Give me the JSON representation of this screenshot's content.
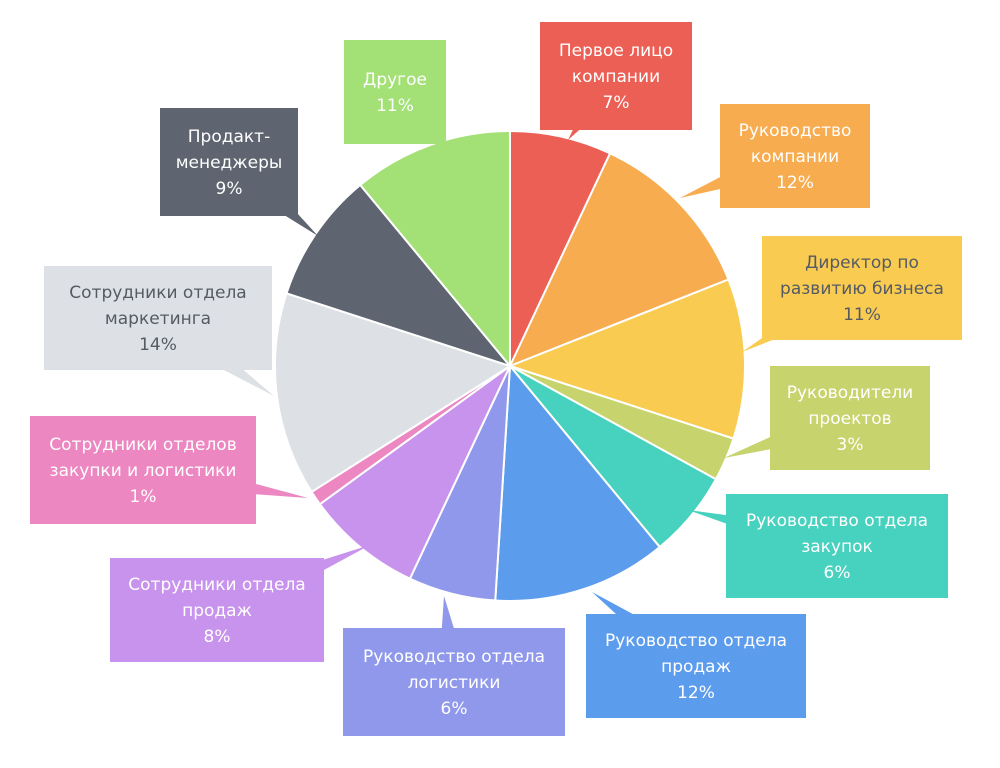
{
  "chart_data": {
    "type": "pie",
    "title": "",
    "legend": "none",
    "slices": [
      {
        "label": "Первое лицо\nкомпании",
        "value": 7,
        "value_label": "7%",
        "color": "#EC5F55"
      },
      {
        "label": "Руководство\nкомпании",
        "value": 12,
        "value_label": "12%",
        "color": "#F7AC50"
      },
      {
        "label": "Директор по\nразвитию бизнеса",
        "value": 11,
        "value_label": "11%",
        "color": "#F9CB51"
      },
      {
        "label": "Руководители\nпроектов",
        "value": 3,
        "value_label": "3%",
        "color": "#C7D36C"
      },
      {
        "label": "Руководство отдела\nзакупок",
        "value": 6,
        "value_label": "6%",
        "color": "#47D1BF"
      },
      {
        "label": "Руководство отдела\nпродаж",
        "value": 12,
        "value_label": "12%",
        "color": "#5C9CEC"
      },
      {
        "label": "Руководство отдела\nлогистики",
        "value": 6,
        "value_label": "6%",
        "color": "#8F98EA"
      },
      {
        "label": "Сотрудники отдела\nпродаж",
        "value": 8,
        "value_label": "8%",
        "color": "#C893EC"
      },
      {
        "label": "Сотрудники отделов\nзакупки и логистики",
        "value": 1,
        "value_label": "1%",
        "color": "#EC87C1"
      },
      {
        "label": "Сотрудники отдела\nмаркетинга",
        "value": 14,
        "value_label": "14%",
        "color": "#DDE1E5"
      },
      {
        "label": "Продакт-\nменеджеры",
        "value": 9,
        "value_label": "9%",
        "color": "#5F6570"
      },
      {
        "label": "Другое",
        "value": 11,
        "value_label": "11%",
        "color": "#A3E075"
      }
    ]
  }
}
